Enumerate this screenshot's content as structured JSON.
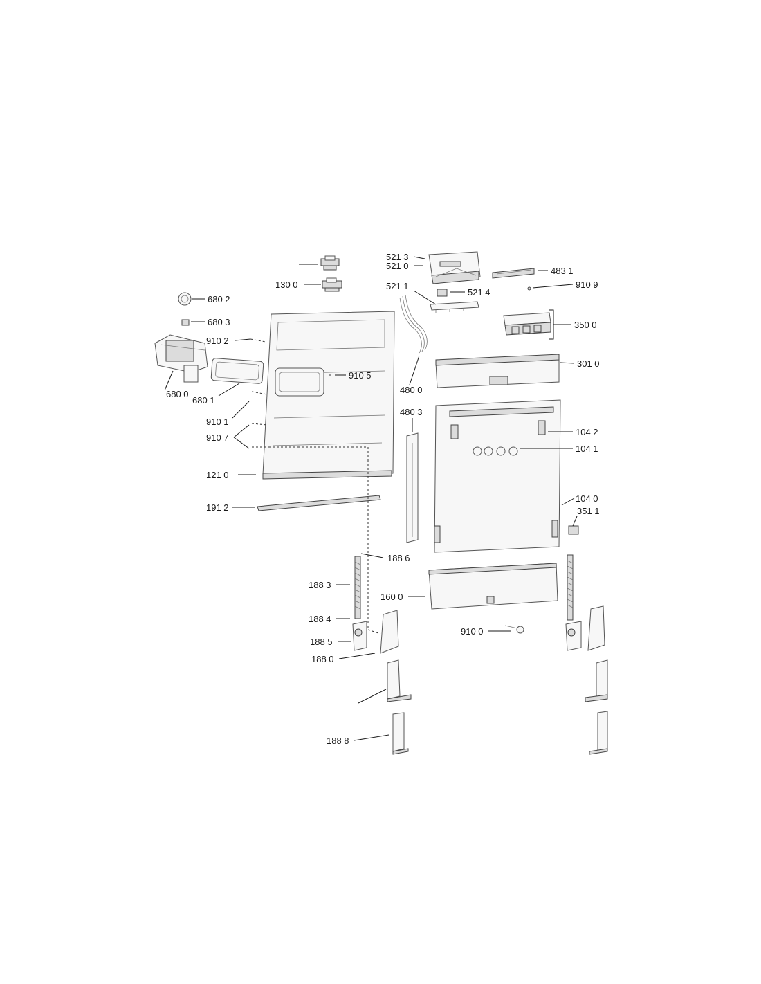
{
  "labels": {
    "p521_3": "521 3",
    "p521_0": "521 0",
    "p483_1": "483 1",
    "p130_0": "130 0",
    "p910_9": "910 9",
    "p521_1": "521 1",
    "p521_4": "521 4",
    "p680_2": "680 2",
    "p680_3": "680 3",
    "p350_0": "350 0",
    "p910_2": "910 2",
    "p301_0": "301 0",
    "p910_5": "910 5",
    "p480_0": "480 0",
    "p680_0": "680 0",
    "p680_1": "680 1",
    "p910_1": "910 1",
    "p480_3": "480 3",
    "p910_7": "910 7",
    "p104_2": "104 2",
    "p104_1": "104 1",
    "p121_0": "121 0",
    "p104_0": "104 0",
    "p191_2": "191 2",
    "p351_1": "351 1",
    "p188_6": "188 6",
    "p188_3": "188 3",
    "p160_0": "160 0",
    "p188_4": "188 4",
    "p910_0": "910 0",
    "p188_5": "188 5",
    "p188_0": "188 0",
    "p188_8": "188 8"
  }
}
